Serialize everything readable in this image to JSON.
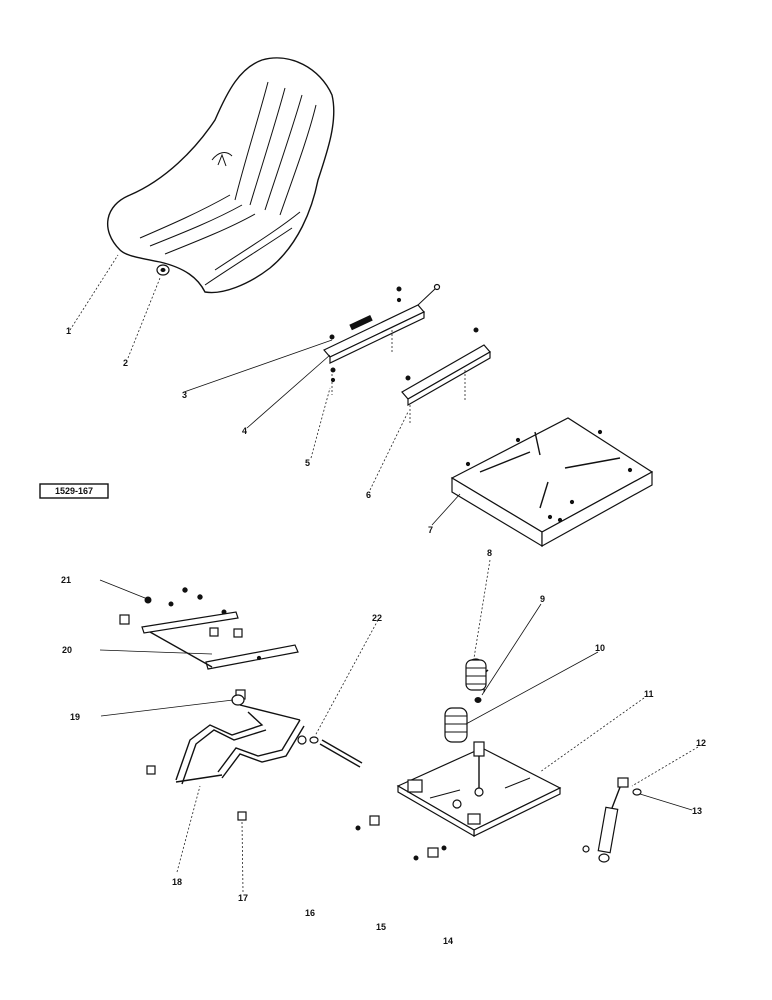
{
  "figure_id": "1529-167",
  "callouts": [
    "1",
    "2",
    "3",
    "4",
    "5",
    "6",
    "7",
    "8",
    "9",
    "10",
    "11",
    "12",
    "13",
    "14",
    "15",
    "16",
    "17",
    "18",
    "19",
    "20",
    "21",
    "22"
  ]
}
